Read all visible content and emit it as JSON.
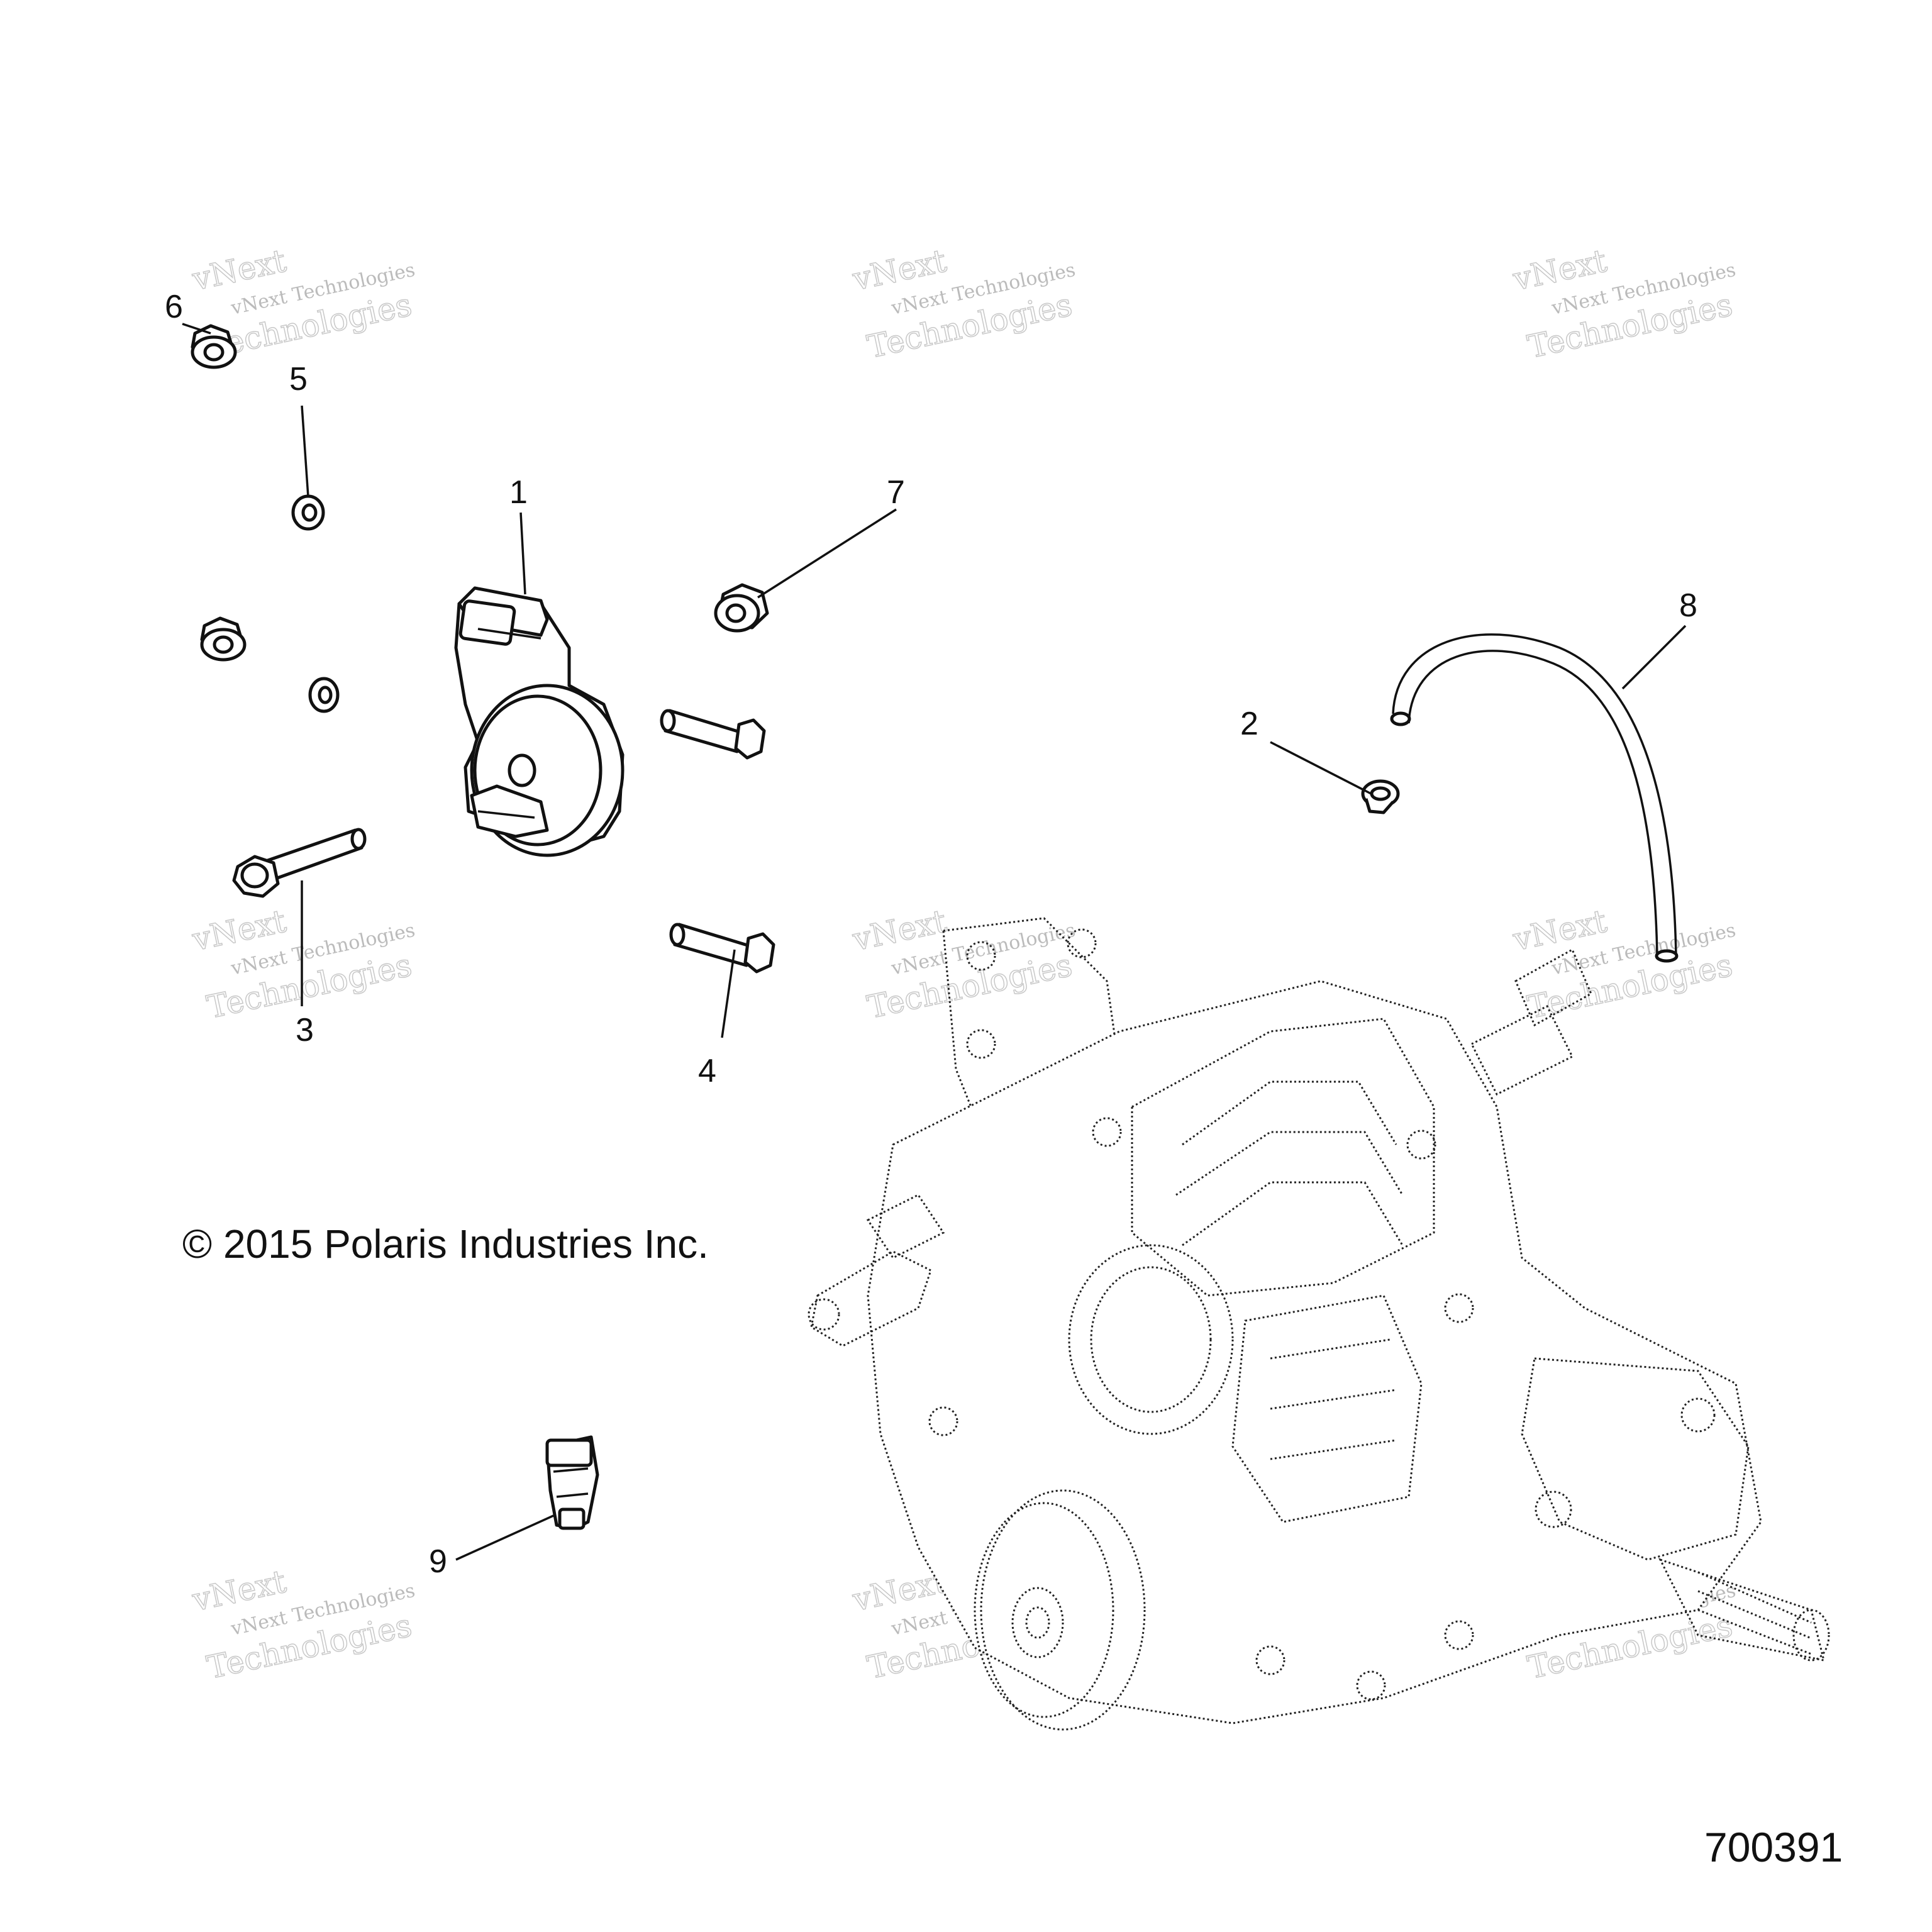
{
  "callouts": [
    {
      "num": "1"
    },
    {
      "num": "2"
    },
    {
      "num": "3"
    },
    {
      "num": "4"
    },
    {
      "num": "5"
    },
    {
      "num": "6"
    },
    {
      "num": "7"
    },
    {
      "num": "8"
    },
    {
      "num": "9"
    }
  ],
  "copyright": "© 2015 Polaris Industries Inc.",
  "figure_number": "700391",
  "watermark": {
    "line1": "vNext Technologies",
    "line2": "vNext",
    "line3": "Technologies"
  }
}
